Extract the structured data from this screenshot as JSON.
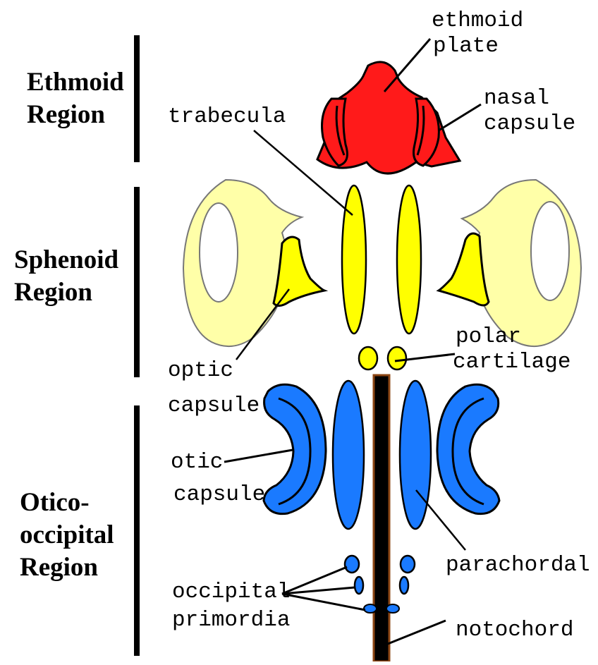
{
  "regions": {
    "ethmoid": [
      "Ethmoid",
      "Region"
    ],
    "sphenoid": [
      "Sphenoid",
      "Region"
    ],
    "otico": [
      "Otico-",
      "occipital",
      "Region"
    ]
  },
  "labels": {
    "ethmoid_plate": [
      "ethmoid",
      "plate"
    ],
    "nasal_capsule": [
      "nasal",
      "capsule"
    ],
    "trabecula": "trabecula",
    "polar_cartilage": [
      "polar",
      "cartilage"
    ],
    "optic_capsule": [
      "optic",
      "capsule"
    ],
    "otic_capsule": [
      "otic",
      "capsule"
    ],
    "parachordal": "parachordal",
    "occipital_primordia": [
      "occipital",
      "primordia"
    ],
    "notochord": "notochord"
  },
  "colors": {
    "ethmoid": "#ff1a1a",
    "sphenoid_light": "#ffffa8",
    "sphenoid": "#ffff00",
    "otic": "#1a7aff",
    "notochord": "#000000",
    "notochord_edge": "#8b4513"
  }
}
